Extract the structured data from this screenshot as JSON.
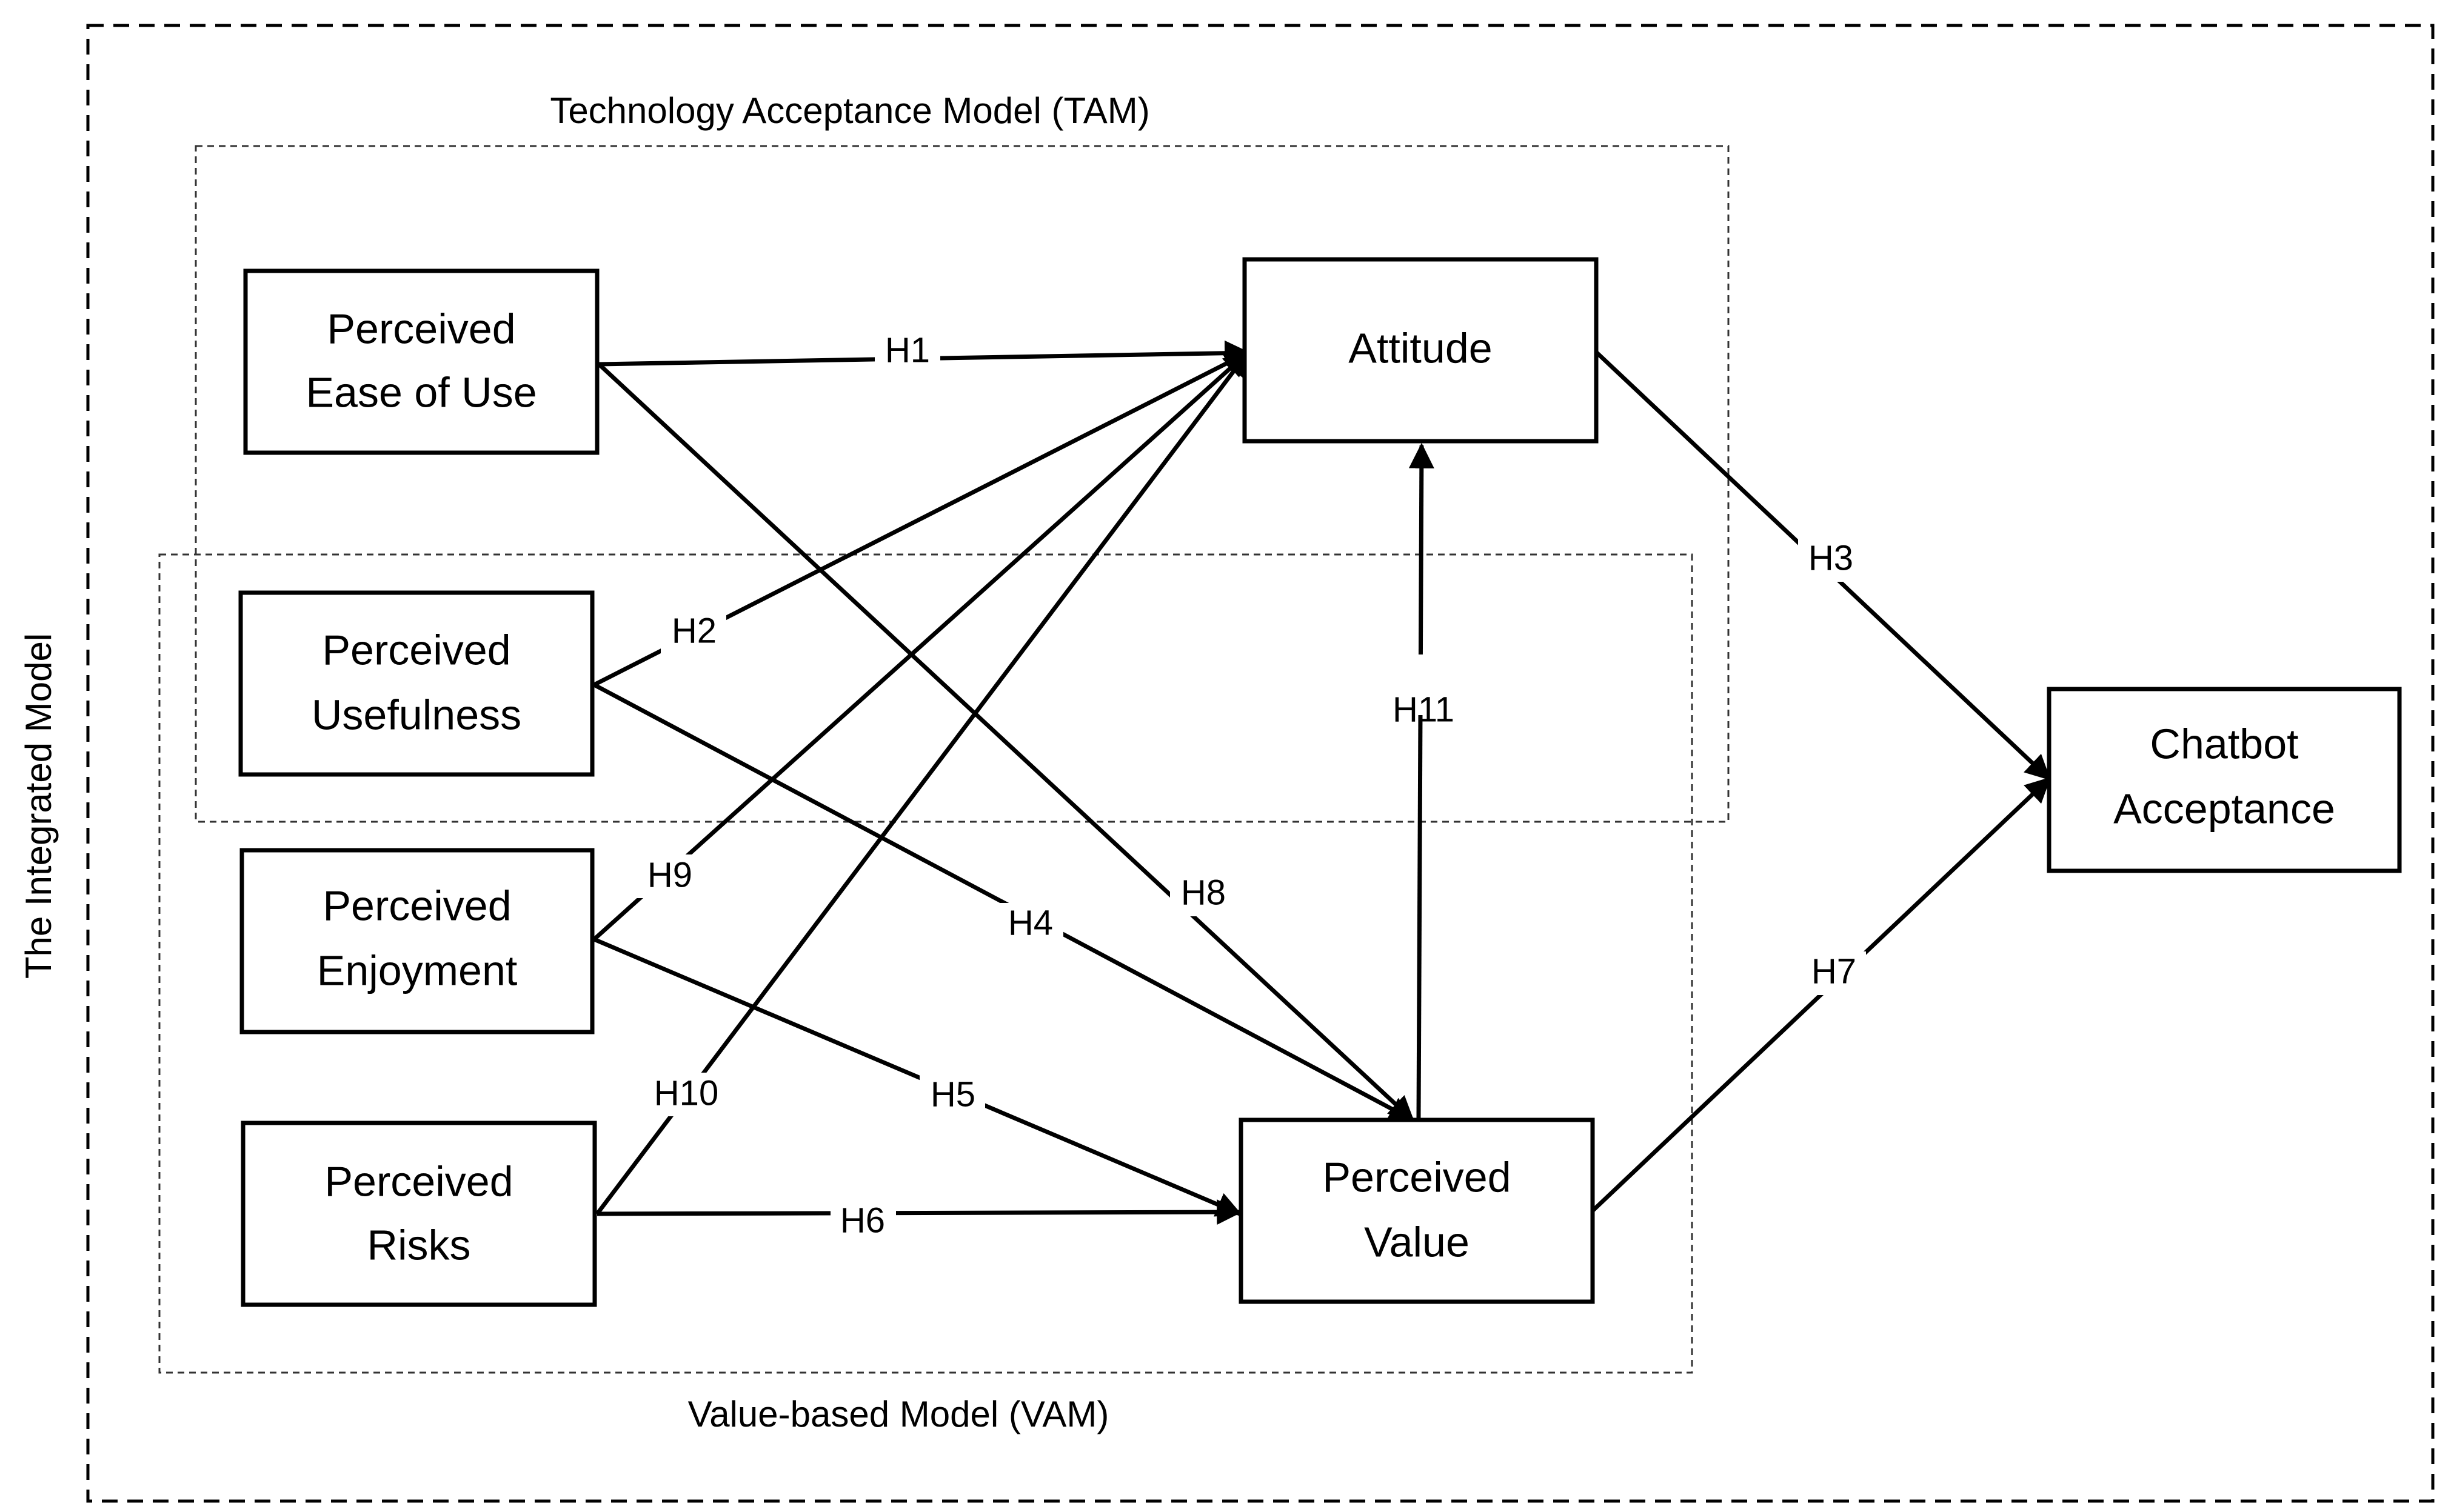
{
  "diagram": {
    "outer_model_label": "The Integrated Model",
    "tam_label": "Technology Acceptance Model (TAM)",
    "vam_label": "Value-based Model (VAM)",
    "nodes": {
      "peou": {
        "line1": "Perceived",
        "line2": "Ease of Use"
      },
      "pu": {
        "line1": "Perceived",
        "line2": "Usefulness"
      },
      "pe": {
        "line1": "Perceived",
        "line2": "Enjoyment"
      },
      "pr": {
        "line1": "Perceived",
        "line2": "Risks"
      },
      "att": {
        "line1": "Attitude"
      },
      "pv": {
        "line1": "Perceived",
        "line2": "Value"
      },
      "ca": {
        "line1": "Chatbot",
        "line2": "Acceptance"
      }
    },
    "hypotheses": {
      "h1": "H1",
      "h2": "H2",
      "h3": "H3",
      "h4": "H4",
      "h5": "H5",
      "h6": "H6",
      "h7": "H7",
      "h8": "H8",
      "h9": "H9",
      "h10": "H10",
      "h11": "H11"
    },
    "colors": {
      "stroke": "#000000",
      "background": "#ffffff"
    }
  }
}
